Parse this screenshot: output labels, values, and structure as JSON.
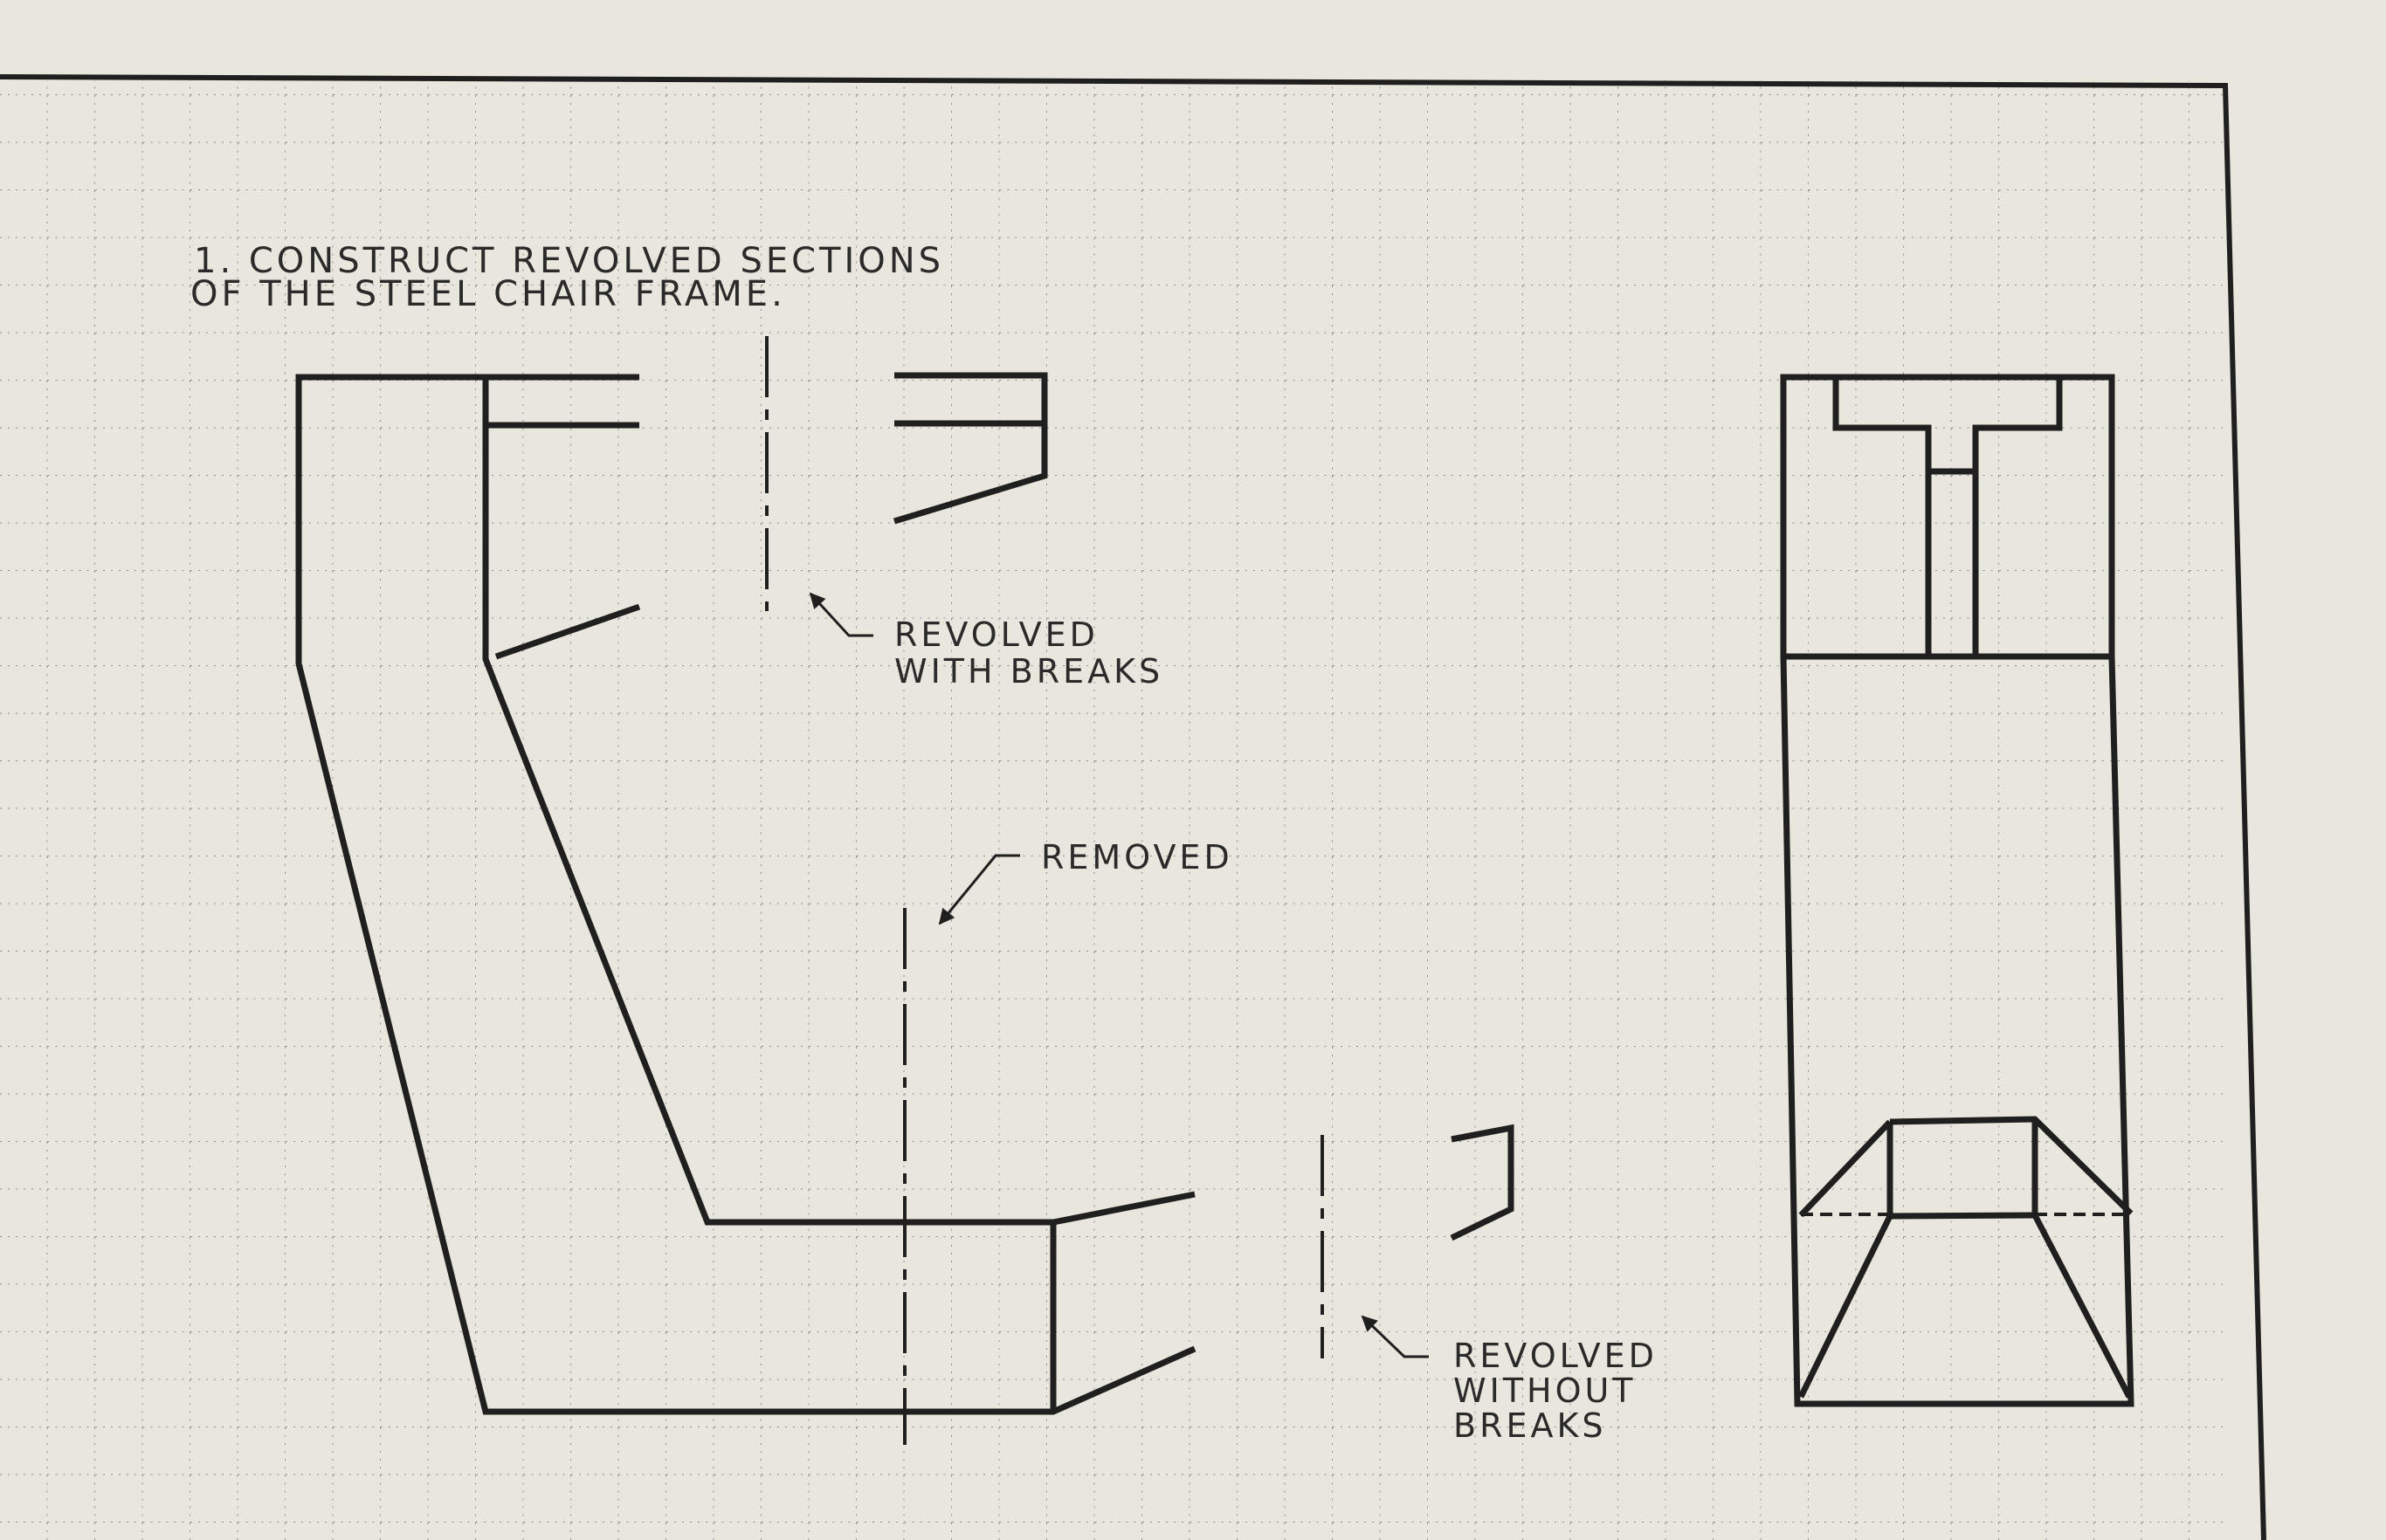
{
  "instruction": {
    "line1": "1. CONSTRUCT REVOLVED SECTIONS",
    "line2": "OF THE STEEL CHAIR FRAME."
  },
  "labels": {
    "revolved_with_breaks": [
      "REVOLVED",
      "WITH BREAKS"
    ],
    "removed": "REMOVED",
    "revolved_without_breaks": [
      "REVOLVED",
      "WITHOUT",
      "BREAKS"
    ]
  },
  "colors": {
    "paper": "#e9e6de",
    "ink": "#1f1f1f",
    "grid": "#8e8e8e"
  }
}
